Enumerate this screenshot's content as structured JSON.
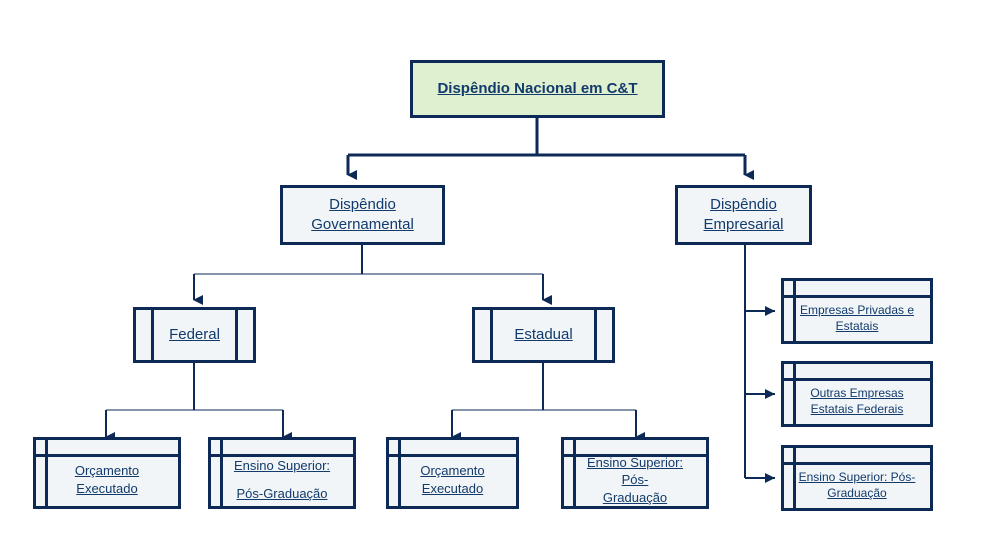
{
  "diagram": {
    "title": "Dispêndio Nacional em C&T",
    "colors": {
      "border": "#0d2a57",
      "text": "#123a6b",
      "root_fill": "#dff0d0",
      "node_fill": "#f1f5f7",
      "background": "#ffffff"
    },
    "nodes": {
      "root": {
        "label": "Dispêndio Nacional em C&T"
      },
      "gov": {
        "label": "Dispêndio Governamental"
      },
      "emp": {
        "label": "Dispêndio Empresarial"
      },
      "federal": {
        "label": "Federal"
      },
      "estadual": {
        "label": "Estadual"
      },
      "fed_orcamento": {
        "label": "Orçamento Executado"
      },
      "fed_ensino_l1": {
        "label": "Ensino Superior:"
      },
      "fed_ensino_l2": {
        "label": "Pós-Graduação"
      },
      "est_orcamento_l1": {
        "label": "Orçamento"
      },
      "est_orcamento_l2": {
        "label": "Executado"
      },
      "est_ensino_l1": {
        "label": "Ensino Superior: Pós-"
      },
      "est_ensino_l2": {
        "label": "Graduação"
      },
      "emp_privadas_l1": {
        "label": "Empresas Privadas e"
      },
      "emp_privadas_l2": {
        "label": "Estatais"
      },
      "emp_outras_l1": {
        "label": "Outras Empresas"
      },
      "emp_outras_l2": {
        "label": "Estatais Federais"
      },
      "emp_ensino_l1": {
        "label": "Ensino Superior: Pós-"
      },
      "emp_ensino_l2": {
        "label": "Graduação"
      }
    }
  }
}
